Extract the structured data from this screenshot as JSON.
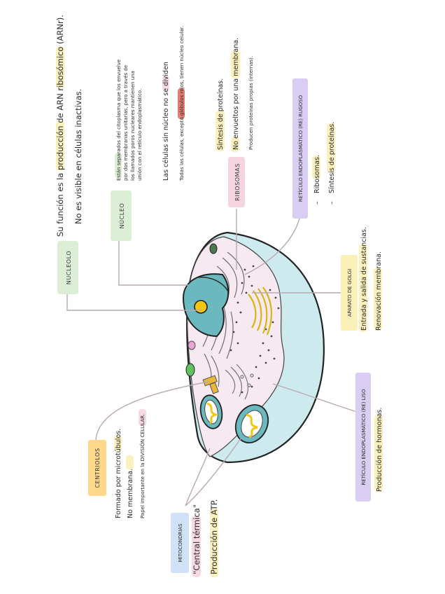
{
  "labels": {
    "nucleolo": "NUCLEOLO",
    "nucleo": "NÚCLEO",
    "ribosomas": "RIBOSOMAS",
    "rer": "RETÍCULO ENDOPLASMÁTICO (RE) RUGOSO",
    "golgi": "APARATO DE GOLGI",
    "rel": "RETÍCULO ENDOPLASMÁTICO (RE) LISO",
    "centriolos": "CENTRIOLOS",
    "mitocondrias": "MITOCONDRIAS"
  },
  "notes": {
    "nucleolo_1": "Su función es la producción de ARN ribosómico (ARNr).",
    "nucleolo_2": "No es visible en células inactivas.",
    "nucleo_1a": "Están separados del citoplasma que los envuelve",
    "nucleo_1b": "por dos membranas unitarias, pero a través de",
    "nucleo_1c": "los llamados poros nucleares mantienen una",
    "nucleo_1d": "unión con el retículo endoplasmático.",
    "nucleo_2": "Las células sin núcleo no se dividen",
    "nucleo_3": "Todas las células, excepto glóbulos rojos, tienen núcleo celular.",
    "ribo_1": "Síntesis de proteínas.",
    "ribo_2": "No envueltos por una membrana.",
    "ribo_3": "Producen proteínas propias (internas).",
    "rer_1": "Ribosomas.",
    "rer_2": "Síntesis de proteínas.",
    "golgi_1": "Entrada y salida de sustancias.",
    "golgi_2": "Renovación membrana.",
    "rel_1": "Producción de hormonas.",
    "cent_1": "Formado por microtúbulos.",
    "cent_2": "No membrana.",
    "cent_3": "Papel importante en la DIVISIÓN CELULAR.",
    "mito_1": "\"Central térmica\"",
    "mito_2": "Producción de ATP."
  },
  "colors": {
    "nucleolo": "#dcefd6",
    "nucleo": "#dcefd6",
    "ribosomas": "#f7d5de",
    "rer": "#d9cdf4",
    "golgi": "#fbf0b8",
    "rel": "#d9cdf4",
    "centriolos": "#fdd88a",
    "mitocondrias": "#cfe2f7",
    "cell_outer": "#cdeaef",
    "cytoplasm": "#f7e9f1",
    "nucleus": "#6cb8bf",
    "nucleolus": "#f3c613",
    "highlight_yellow": "#fbf0b8",
    "highlight_green": "#d7ecd0",
    "highlight_red": "#e07063"
  }
}
